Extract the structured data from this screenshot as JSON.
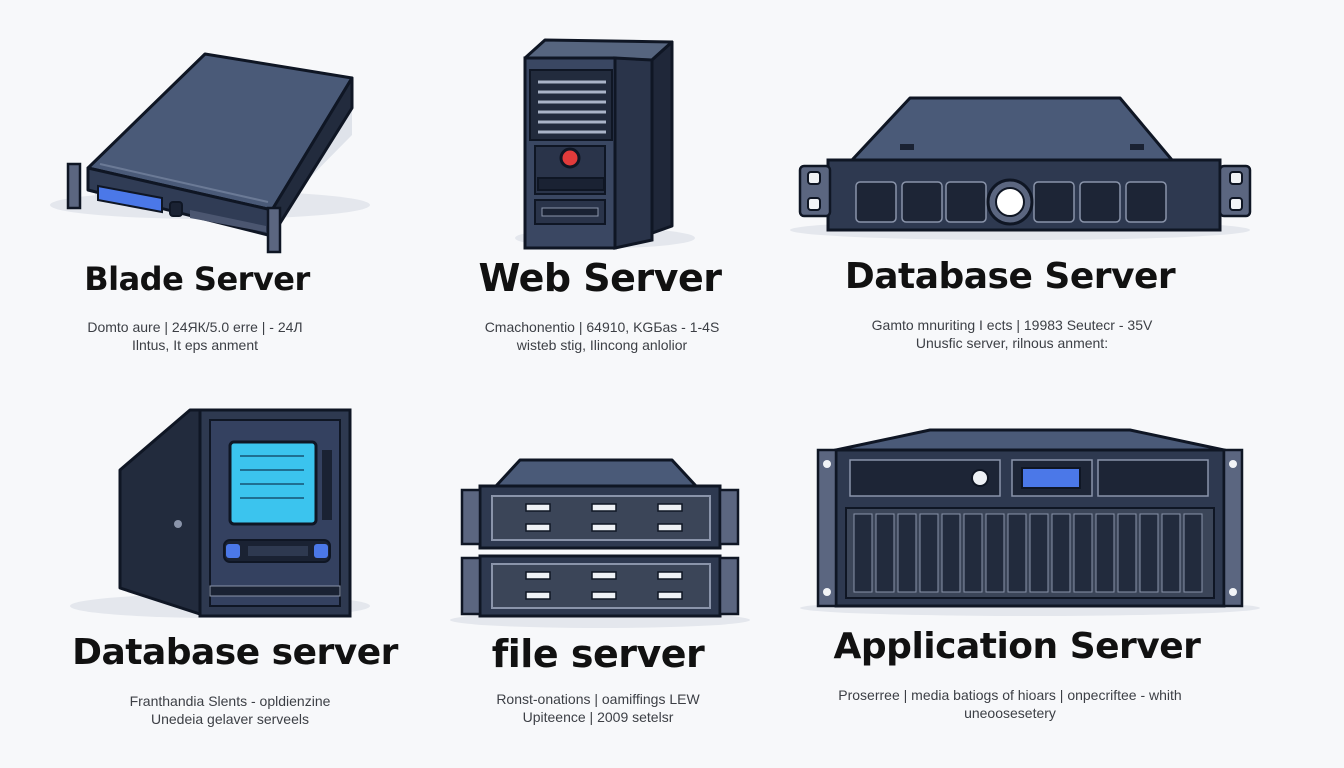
{
  "servers": [
    {
      "title": "Blade Server",
      "desc": [
        "Domto aure | 24ЯК/5.0 erre | - 24Л",
        "Ilntus, It eps anment"
      ],
      "icon": "rack-server-icon"
    },
    {
      "title": "Web Server",
      "desc": [
        "Cmachonentio | 64910, KGБas - 1-4Ѕ",
        "wisteb stig, Ilincong anlolior"
      ],
      "icon": "tower-server-icon"
    },
    {
      "title": "Database Server",
      "desc": [
        "Gamto mnuriting I ects | 19983 Seutecr - 35V",
        "Unusfic server, rilnous anment:"
      ],
      "icon": "rack-server-icon"
    },
    {
      "title": "Database server",
      "desc": [
        "Franthandia Slents - opldienzine",
        "Unedeia gelaver serveels"
      ],
      "icon": "monitor-server-icon"
    },
    {
      "title": "file server",
      "desc": [
        "Ronst-onations | oamiffings LEW",
        "Upiteence | 2009 setelsr"
      ],
      "icon": "stacked-server-icon"
    },
    {
      "title": "Application Server",
      "desc": [
        "Proserree | media batiogs of hioars | onpecriftee - whith",
        "uneoosesetery"
      ],
      "icon": "rack-server-icon"
    }
  ]
}
